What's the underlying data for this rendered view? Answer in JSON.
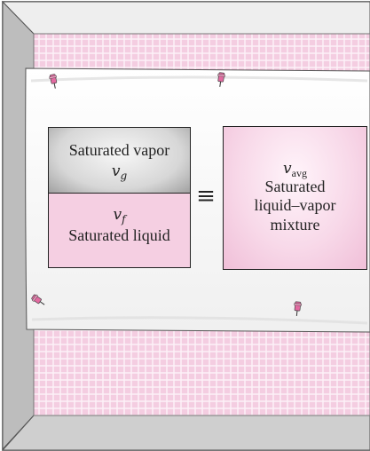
{
  "diagram": {
    "vapor": {
      "label": "Saturated vapor",
      "symbol": "v",
      "subscript": "g"
    },
    "liquid": {
      "label": "Saturated liquid",
      "symbol": "v",
      "subscript": "f"
    },
    "equivalence": "≡",
    "mixture": {
      "symbol": "v",
      "subscript": "avg",
      "label_lines": [
        "Saturated",
        "liquid–vapor",
        "mixture"
      ]
    }
  },
  "colors": {
    "pink_board": "#f4cde1",
    "pink_mixture": "#f0bfd8",
    "paper": "#f7f7f7",
    "frame": "#d8d8d8",
    "outline": "#222222"
  }
}
